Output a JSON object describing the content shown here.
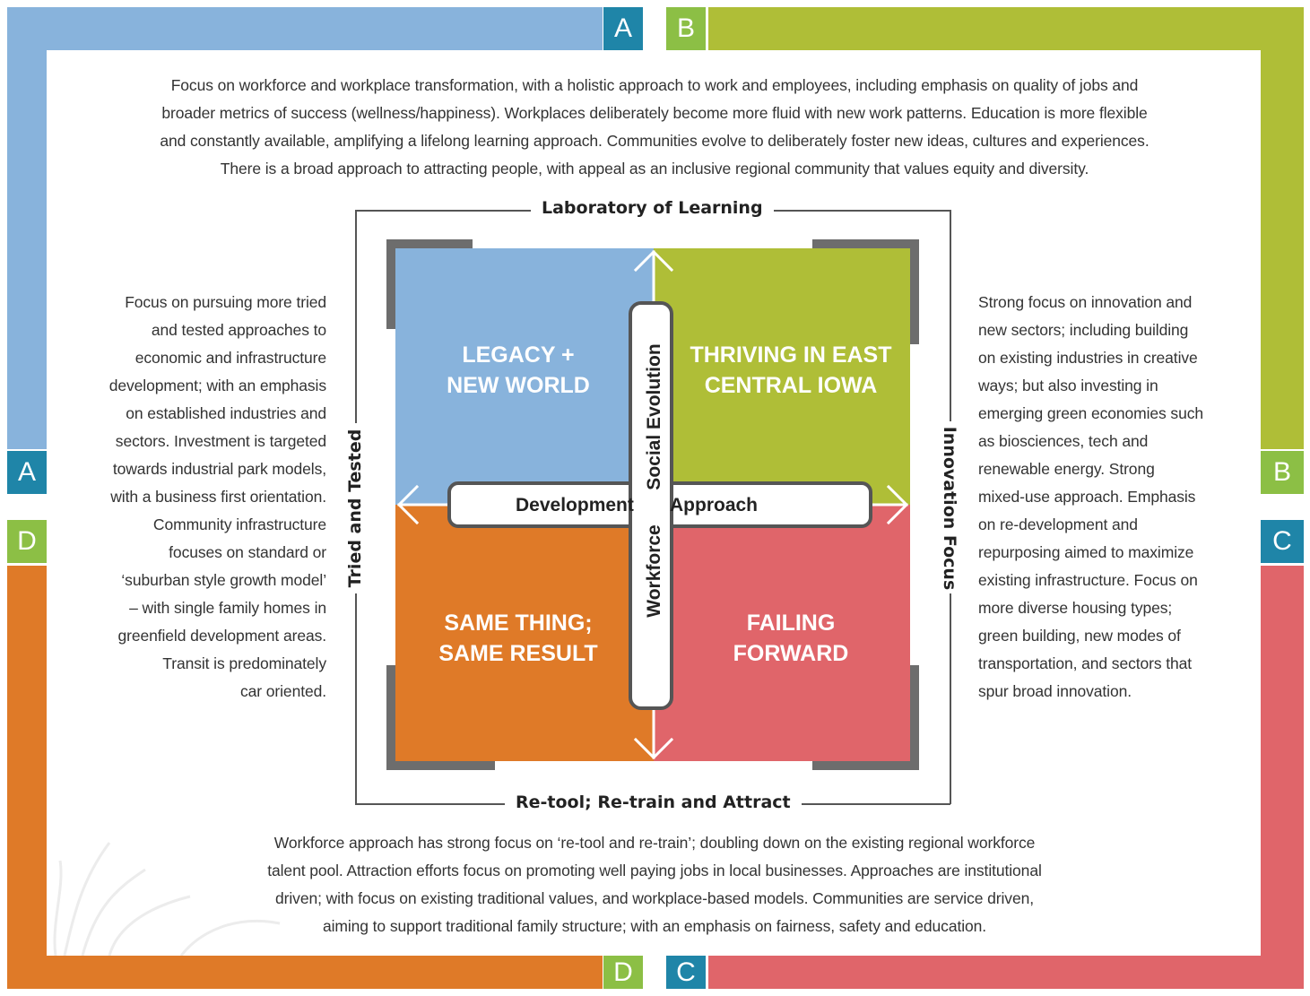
{
  "corners": {
    "top_a": "A",
    "top_b": "B",
    "left_a": "A",
    "left_d": "D",
    "right_b": "B",
    "right_c": "C",
    "bottom_d": "D",
    "bottom_c": "C"
  },
  "colors": {
    "a_blue": "#88b3dc",
    "a_label": "#1f85a8",
    "b_green": "#afbe37",
    "b_label": "#8cbf45",
    "c_red": "#e0656a",
    "c_label": "#1f85a8",
    "d_orange": "#df7a28",
    "d_label": "#8cbf45"
  },
  "paragraphs": {
    "top": [
      "Focus on workforce and workplace transformation, with a holistic approach to work and employees, including emphasis on quality of jobs and",
      "broader metrics of success (wellness/happiness). Workplaces deliberately become more fluid with new work patterns. Education is more flexible",
      "and constantly available, amplifying a lifelong learning approach. Communities evolve to deliberately foster new ideas, cultures and experiences.",
      "There is a broad approach to attracting people, with appeal as an inclusive regional community that values equity and diversity."
    ],
    "left": [
      "Focus on pursuing more tried",
      "and tested approaches to",
      "economic and infrastructure",
      "development; with an emphasis",
      "on established industries and",
      "sectors. Investment is targeted",
      "towards industrial park models,",
      "with a business first orientation.",
      "Community infrastructure",
      "focuses on standard or",
      "‘suburban style growth model’",
      "– with single family homes in",
      "greenfield development areas.",
      "Transit is predominately",
      "car oriented."
    ],
    "right": [
      "Strong focus on innovation and",
      "new sectors; including building",
      "on existing industries in creative",
      "ways; but also investing in",
      "emerging green economies such",
      "as biosciences, tech and",
      "renewable energy. Strong",
      "mixed-use approach. Emphasis",
      "on re-development and",
      "repurposing aimed to maximize",
      "existing infrastructure. Focus on",
      "more diverse housing types;",
      "green building, new modes of",
      "transportation, and sectors that",
      "spur broad innovation."
    ],
    "bottom": [
      "Workforce approach has strong focus on ‘re-tool and re-train’; doubling down on the existing regional workforce",
      "talent pool. Attraction efforts focus on promoting well paying jobs in local businesses. Approaches are institutional",
      "driven; with focus on existing traditional values, and workplace-based models. Communities are service driven,",
      "aiming to support traditional family structure; with an emphasis on fairness, safety and education."
    ]
  },
  "axes": {
    "top": "Laboratory of Learning",
    "bottom": "Re-tool; Re-train and Attract",
    "left": "Tried and Tested",
    "right": "Innovation Focus"
  },
  "quadrants": {
    "top_left": [
      "LEGACY +",
      "NEW WORLD"
    ],
    "top_right": [
      "THRIVING IN EAST",
      "CENTRAL IOWA"
    ],
    "bottom_left": [
      "SAME THING;",
      "SAME RESULT"
    ],
    "bottom_right": [
      "FAILING",
      "FORWARD"
    ]
  },
  "center": {
    "horizontal_left": "Development",
    "horizontal_right": "Approach",
    "vertical_top": "Social Evolution",
    "vertical_bottom": "Workforce"
  }
}
